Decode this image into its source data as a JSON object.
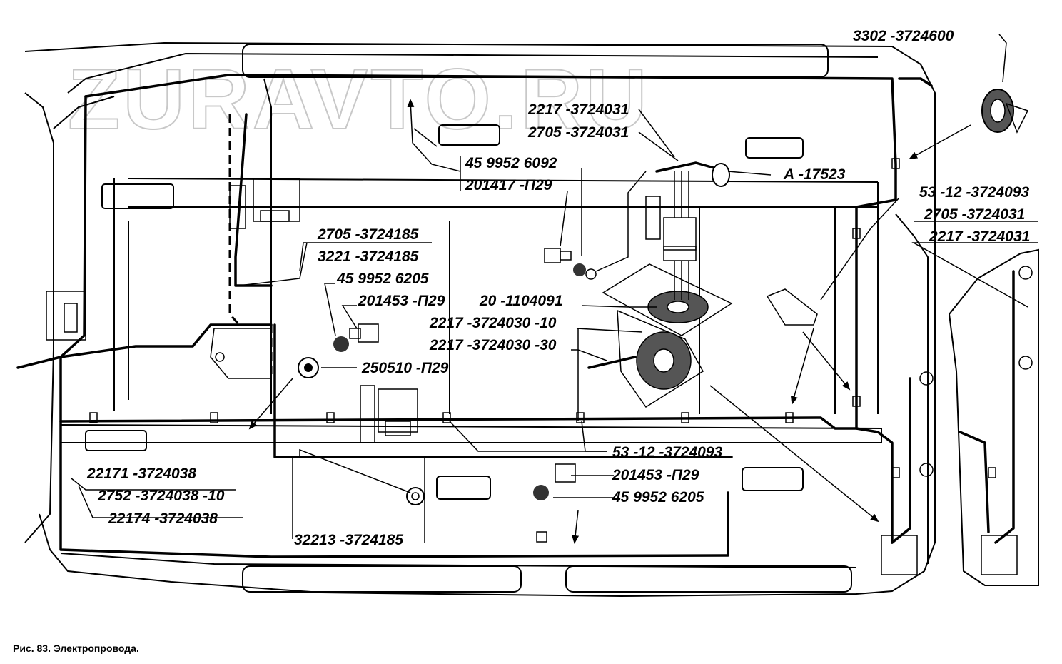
{
  "watermark": "ZURAVTO.RU",
  "caption": "Рис.  83.  Электропровода.",
  "labels": {
    "l1": "3302 -3724600",
    "l2": "2217 -3724031",
    "l3": "2705 -3724031",
    "l4": "45 9952 6092",
    "l5": "201417 -П29",
    "l6": "А -17523",
    "l7": "53 -12 -3724093",
    "l8": "2705 -3724031",
    "l9": "2217 -3724031",
    "l10": "2705 -3724185",
    "l11": "3221 -3724185",
    "l12": "45 9952 6205",
    "l13": "201453 -П29",
    "l14": "20 -1104091",
    "l15": "2217 -3724030 -10",
    "l16": "2217 -3724030 -30",
    "l17": "250510 -П29",
    "l18": "53 -12 -3724093",
    "l19": "22171 -3724038",
    "l20": "201453 -П29",
    "l21": "2752 -3724038 -10",
    "l22": "45 9952 6205",
    "l23": "22174 -3724038",
    "l24": "32213 -3724185"
  }
}
